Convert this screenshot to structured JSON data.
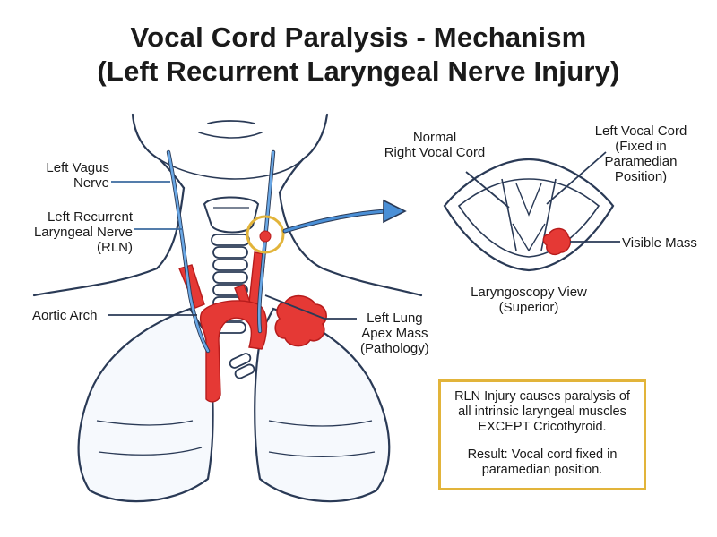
{
  "title": {
    "line1": "Vocal Cord Paralysis - Mechanism",
    "line2": "(Left Recurrent Laryngeal Nerve Injury)"
  },
  "labels": {
    "left_vagus": [
      "Left Vagus",
      "Nerve"
    ],
    "left_rln": [
      "Left Recurrent",
      "Laryngeal Nerve",
      "(RLN)"
    ],
    "aortic_arch": "Aortic Arch",
    "lung_mass": [
      "Left Lung",
      "Apex Mass",
      "(Pathology)"
    ],
    "normal_cord": [
      "Normal",
      "Right Vocal Cord"
    ],
    "left_cord": [
      "Left Vocal Cord",
      "(Fixed in",
      "Paramedian",
      "Position)"
    ],
    "visible_mass": "Visible Mass",
    "laryngoscopy": [
      "Laryngoscopy View",
      "(Superior)"
    ]
  },
  "note": {
    "line1": "RLN Injury causes paralysis of",
    "line2": "all intrinsic laryngeal muscles",
    "line3": "EXCEPT Cricothyroid.",
    "line4": "Result: Vocal cord fixed in",
    "line5": "paramedian position."
  },
  "colors": {
    "outline": "#2a3a56",
    "nerve": "#4a8fd6",
    "artery": "#e53935",
    "highlight": "#e2b43a",
    "body_fill": "#eef4fb"
  }
}
